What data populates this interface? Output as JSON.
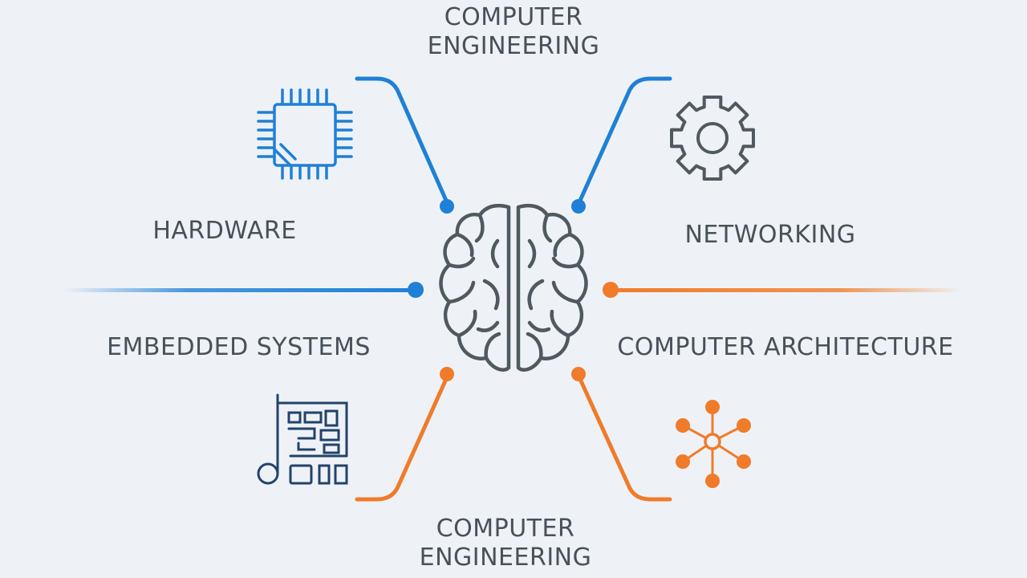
{
  "colors": {
    "background": "#eef2f6",
    "blue": "#1f80d6",
    "orange": "#f07b2a",
    "icon_dark": "#505860",
    "icon_navy": "#22426a",
    "text": "#48505a"
  },
  "labels": {
    "top": [
      "COMPUTER",
      "ENGINEERING"
    ],
    "hardware": "HARDWARE",
    "networking": "NETWORKING",
    "embedded": "EMBEDDED SYSTEMS",
    "architecture": "COMPUTER ARCHITECTURE",
    "bottom": [
      "COMPUTER",
      "ENGINEERING"
    ]
  },
  "icons": {
    "center": "brain-icon",
    "top_left": "microchip-icon",
    "top_right": "gear-icon",
    "bottom_left": "circuit-board-icon",
    "bottom_right": "network-node-icon"
  }
}
